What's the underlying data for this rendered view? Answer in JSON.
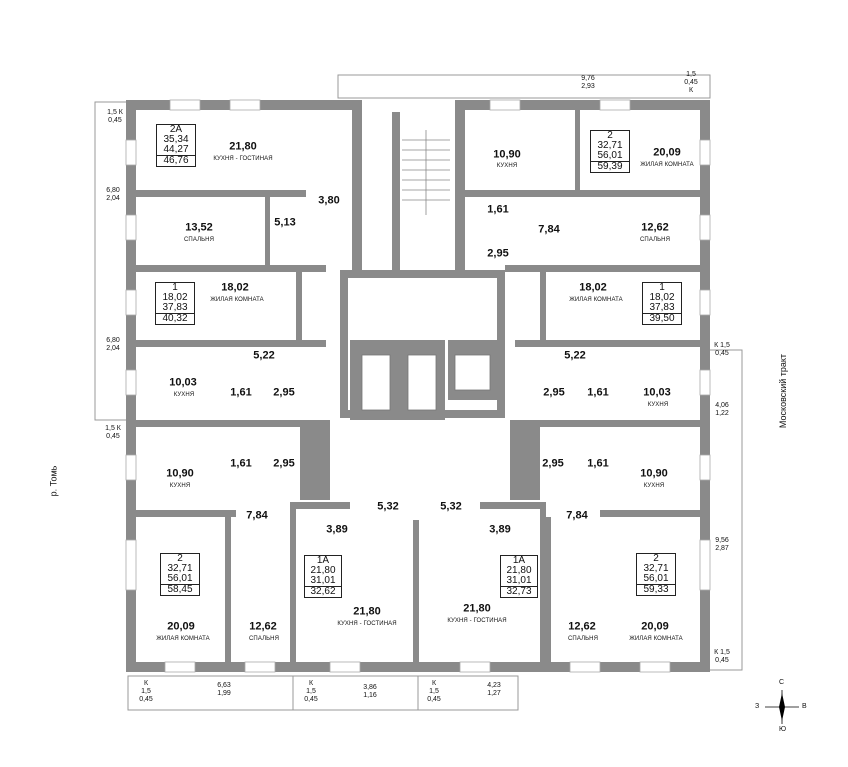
{
  "streets": {
    "left": "р. Томь",
    "right": "Московский тракт"
  },
  "compass": {
    "n": "С",
    "s": "Ю",
    "w": "З",
    "e": "В"
  },
  "rooms": {
    "a_kitchen": {
      "area": "21,80",
      "name": "КУХНЯ - ГОСТИНАЯ"
    },
    "a_bath": {
      "area": "3,80"
    },
    "a_hall": {
      "area": "5,13"
    },
    "a_bed": {
      "area": "13,52",
      "name": "СПАЛЬНЯ"
    },
    "b_kitchen": {
      "area": "10,90",
      "name": "КУХНЯ"
    },
    "b_living": {
      "area": "20,09",
      "name": "ЖИЛАЯ КОМНАТА"
    },
    "b_wc": {
      "area": "1,61"
    },
    "b_hall": {
      "area": "7,84"
    },
    "b_bath": {
      "area": "2,95"
    },
    "b_bed": {
      "area": "12,62",
      "name": "СПАЛЬНЯ"
    },
    "c_living": {
      "area": "18,02",
      "name": "ЖИЛАЯ КОМНАТА"
    },
    "c_hall": {
      "area": "5,22"
    },
    "c_kitchen": {
      "area": "10,03",
      "name": "КУХНЯ"
    },
    "c_wc": {
      "area": "1,61"
    },
    "c_bath": {
      "area": "2,95"
    },
    "d_living": {
      "area": "18,02",
      "name": "ЖИЛАЯ КОМНАТА"
    },
    "d_hall": {
      "area": "5,22"
    },
    "d_bath": {
      "area": "2,95"
    },
    "d_wc": {
      "area": "1,61"
    },
    "d_kitchen": {
      "area": "10,03",
      "name": "КУХНЯ"
    },
    "e_kitchen": {
      "area": "10,90",
      "name": "КУХНЯ"
    },
    "e_wc": {
      "area": "1,61"
    },
    "e_bath": {
      "area": "2,95"
    },
    "e_hall": {
      "area": "7,84"
    },
    "e_living": {
      "area": "20,09",
      "name": "ЖИЛАЯ КОМНАТА"
    },
    "e_bed": {
      "area": "12,62",
      "name": "СПАЛЬНЯ"
    },
    "f_kitchen": {
      "area": "10,90",
      "name": "КУХНЯ"
    },
    "f_bath": {
      "area": "2,95"
    },
    "f_wc": {
      "area": "1,61"
    },
    "f_hall": {
      "area": "7,84"
    },
    "f_bed": {
      "area": "12,62",
      "name": "СПАЛЬНЯ"
    },
    "f_living": {
      "area": "20,09",
      "name": "ЖИЛАЯ КОМНАТА"
    },
    "g_hall": {
      "area": "3,89"
    },
    "g_bath": {
      "area": "5,32"
    },
    "g_kitchen": {
      "area": "21,80",
      "name": "КУХНЯ - ГОСТИНАЯ"
    },
    "h_hall": {
      "area": "3,89"
    },
    "h_bath": {
      "area": "5,32"
    },
    "h_kitchen": {
      "area": "21,80",
      "name": "КУХНЯ - ГОСТИНАЯ"
    }
  },
  "apartments": {
    "a": {
      "type": "2А",
      "v1": "35,34",
      "v2": "44,27",
      "v3": "46,76"
    },
    "b": {
      "type": "2",
      "v1": "32,71",
      "v2": "56,01",
      "v3": "59,39"
    },
    "c": {
      "type": "1",
      "v1": "18,02",
      "v2": "37,83",
      "v3": "40,32"
    },
    "d": {
      "type": "1",
      "v1": "18,02",
      "v2": "37,83",
      "v3": "39,50"
    },
    "e": {
      "type": "2",
      "v1": "32,71",
      "v2": "56,01",
      "v3": "58,45"
    },
    "f": {
      "type": "2",
      "v1": "32,71",
      "v2": "56,01",
      "v3": "59,33"
    },
    "g": {
      "type": "1А",
      "v1": "21,80",
      "v2": "31,01",
      "v3": "32,62"
    },
    "h": {
      "type": "1А",
      "v1": "21,80",
      "v2": "31,01",
      "v3": "32,73"
    }
  },
  "balconies": {
    "top": {
      "a": "9,76",
      "b": "2,93"
    },
    "top_k": {
      "a": "1,5",
      "b": "0,45",
      "k": "К"
    },
    "tl_k": {
      "a": "1,5",
      "b": "0,45",
      "k": "К"
    },
    "left1": {
      "a": "6,80",
      "b": "2,04"
    },
    "left2": {
      "a": "6,80",
      "b": "2,04"
    },
    "left_k": {
      "a": "1,5",
      "b": "0,45",
      "k": "К"
    },
    "right_k1": {
      "a": "1,5",
      "b": "0,45",
      "k": "К"
    },
    "right1": {
      "a": "4,06",
      "b": "1,22"
    },
    "right2": {
      "a": "9,56",
      "b": "2,87"
    },
    "right_k2": {
      "a": "1,5",
      "b": "0,45",
      "k": "К"
    },
    "bottom_k1": {
      "a": "1,5",
      "b": "0,45",
      "k": "К"
    },
    "bottom1": {
      "a": "6,63",
      "b": "1,99"
    },
    "bottom_k2": {
      "a": "1,5",
      "b": "0,45",
      "k": "К"
    },
    "bottom2": {
      "a": "3,86",
      "b": "1,16"
    },
    "bottom_k3": {
      "a": "1,5",
      "b": "0,45",
      "k": "К"
    },
    "bottom3": {
      "a": "4,23",
      "b": "1,27"
    }
  }
}
